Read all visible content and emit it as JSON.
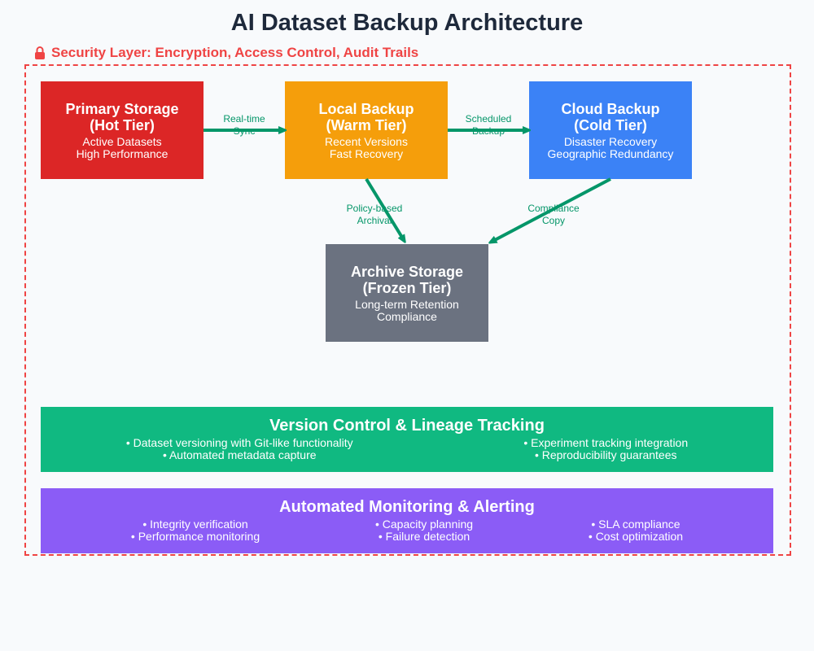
{
  "title": "AI Dataset Backup Architecture",
  "security": {
    "icon": "lock-icon",
    "label": "Security Layer: Encryption, Access Control, Audit Trails",
    "color": "#ef4444"
  },
  "tiers": [
    {
      "title1": "Primary Storage",
      "title2": "(Hot Tier)",
      "line1": "Active Datasets",
      "line2": "High Performance",
      "color": "#dc2626"
    },
    {
      "title1": "Local Backup",
      "title2": "(Warm Tier)",
      "line1": "Recent Versions",
      "line2": "Fast Recovery",
      "color": "#f59e0b"
    },
    {
      "title1": "Cloud Backup",
      "title2": "(Cold Tier)",
      "line1": "Disaster Recovery",
      "line2": "Geographic Redundancy",
      "color": "#3b82f6"
    },
    {
      "title1": "Archive Storage",
      "title2": "(Frozen Tier)",
      "line1": "Long-term Retention",
      "line2": "Compliance",
      "color": "#6b7280"
    }
  ],
  "flows": [
    {
      "line1": "Real-time",
      "line2": "Sync"
    },
    {
      "line1": "Scheduled",
      "line2": "Backup"
    },
    {
      "line1": "Policy-based",
      "line2": "Archival"
    },
    {
      "line1": "Compliance",
      "line2": "Copy"
    }
  ],
  "flow_color": "#059669",
  "version_control": {
    "title": "Version Control & Lineage Tracking",
    "color": "#10b981",
    "columns": [
      [
        "• Dataset versioning with Git-like functionality",
        "• Automated metadata capture"
      ],
      [
        "• Experiment tracking integration",
        "• Reproducibility guarantees"
      ]
    ]
  },
  "monitoring": {
    "title": "Automated Monitoring & Alerting",
    "color": "#8b5cf6",
    "columns": [
      [
        "• Integrity verification",
        "• Performance monitoring"
      ],
      [
        "• Capacity planning",
        "• Failure detection"
      ],
      [
        "• SLA compliance",
        "• Cost optimization"
      ]
    ]
  }
}
